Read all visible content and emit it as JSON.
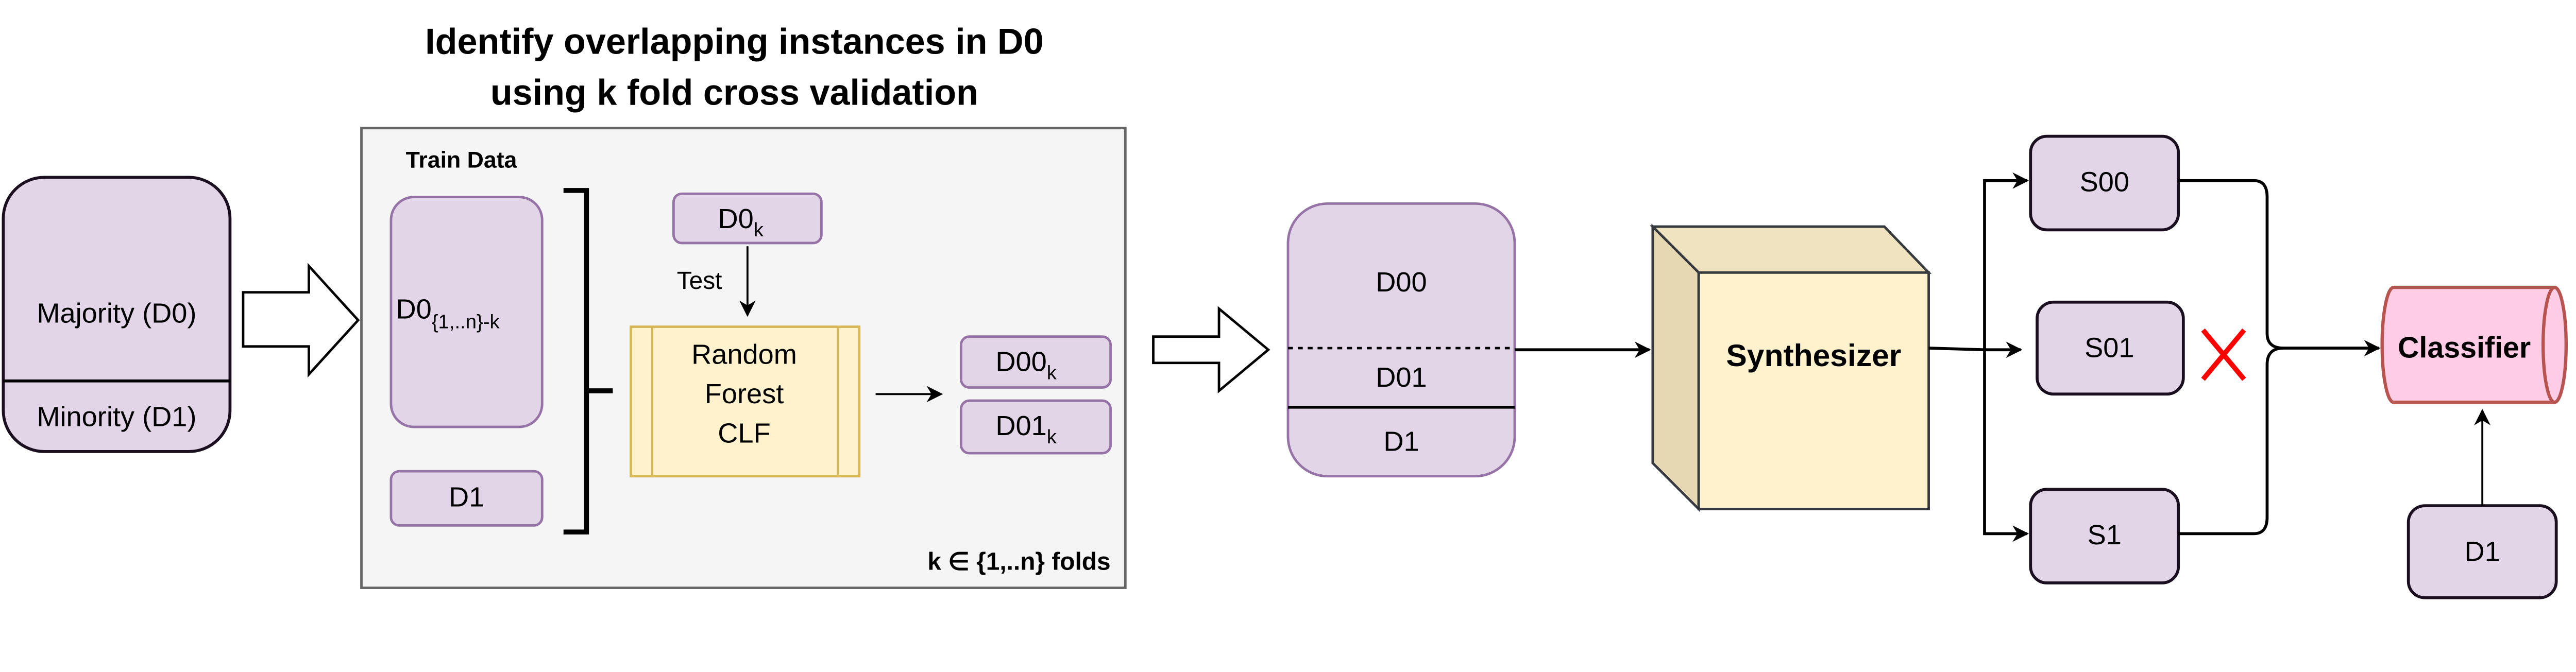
{
  "title": {
    "line1": "Identify overlapping instances in D0",
    "line2": "using k fold cross validation"
  },
  "input": {
    "majority": "Majority (D0)",
    "minority": "Minority (D1)"
  },
  "cv_panel": {
    "train_label": "Train Data",
    "train_d0": "D0",
    "train_d0_sub": "{1,..n}-k",
    "train_d1": "D1",
    "test_box": "D0",
    "test_box_sub": "k",
    "test_label": "Test",
    "classifier": [
      "Random",
      "Forest",
      "CLF"
    ],
    "out_d00": "D00",
    "out_d00_sub": "k",
    "out_d01": "D01",
    "out_d01_sub": "k",
    "folds_label": "k ∈ {1,..n} folds"
  },
  "split": {
    "d00": "D00",
    "d01": "D01",
    "d1": "D1"
  },
  "synthesizer": "Synthesizer",
  "synthetic": {
    "s00": "S00",
    "s01": "S01",
    "s1": "S1",
    "excluded_mark_icon": "red-x-icon"
  },
  "final": {
    "classifier": "Classifier",
    "d1": "D1"
  },
  "colors": {
    "data_fill": "#e1d5e7",
    "data_stroke": "#9673a6",
    "clf_fill": "#fff2cc",
    "clf_stroke": "#d6b656",
    "classifier_fill": "#ffcce6",
    "classifier_stroke": "#b85450",
    "reject": "#ff0000"
  }
}
